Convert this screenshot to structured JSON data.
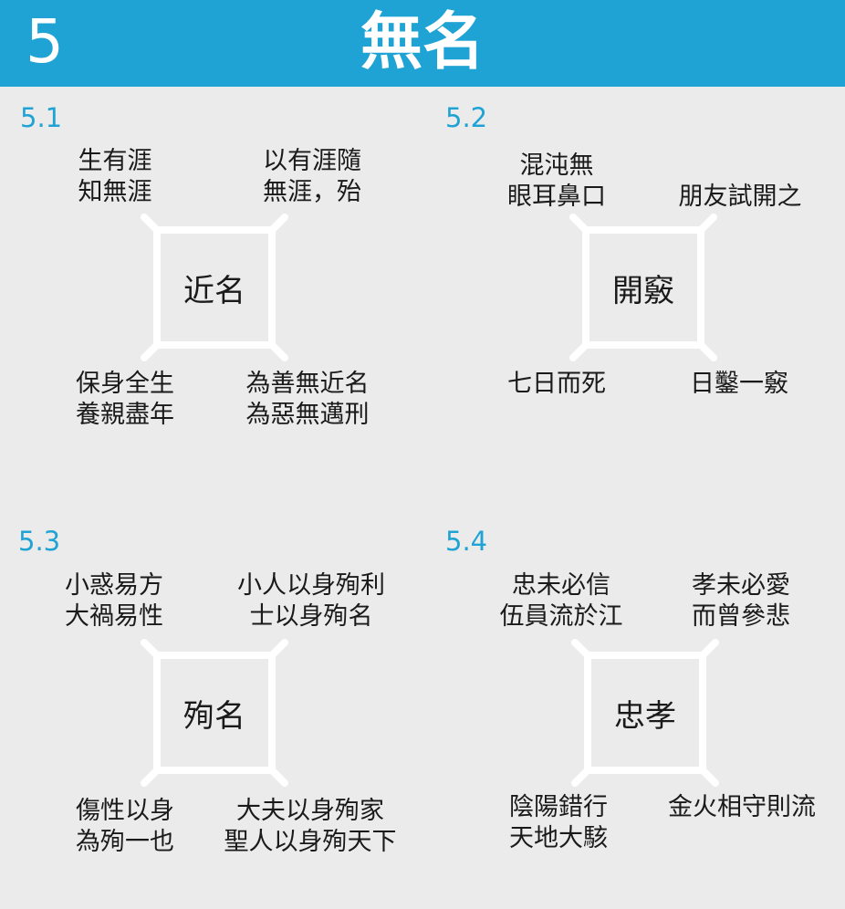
{
  "header": {
    "number": "5",
    "title": "無名"
  },
  "sections": [
    {
      "number": "5.1",
      "center": "近名",
      "top_left": [
        "生有涯",
        "知無涯"
      ],
      "top_right": [
        "以有涯隨",
        "無涯，殆"
      ],
      "bottom_left": [
        "保身全生",
        "養親盡年"
      ],
      "bottom_right": [
        "為善無近名",
        "為惡無邁刑"
      ]
    },
    {
      "number": "5.2",
      "center": "開竅",
      "top_left": [
        "混沌無",
        "眼耳鼻口"
      ],
      "top_right": [
        "朋友試開之"
      ],
      "bottom_left": [
        "七日而死"
      ],
      "bottom_right": [
        "日鑿一竅"
      ]
    },
    {
      "number": "5.3",
      "center": "殉名",
      "top_left": [
        "小惑易方",
        "大禍易性"
      ],
      "top_right": [
        "小人以身殉利",
        "士以身殉名"
      ],
      "bottom_left": [
        "傷性以身",
        "為殉一也"
      ],
      "bottom_right": [
        "大夫以身殉家",
        "聖人以身殉天下"
      ]
    },
    {
      "number": "5.4",
      "center": "忠孝",
      "top_left": [
        "忠未必信",
        "伍員流於江"
      ],
      "top_right": [
        "孝未必愛",
        "而曾參悲"
      ],
      "bottom_left": [
        "陰陽錯行",
        "天地大駭"
      ],
      "bottom_right": [
        "金火相守則流"
      ]
    }
  ]
}
